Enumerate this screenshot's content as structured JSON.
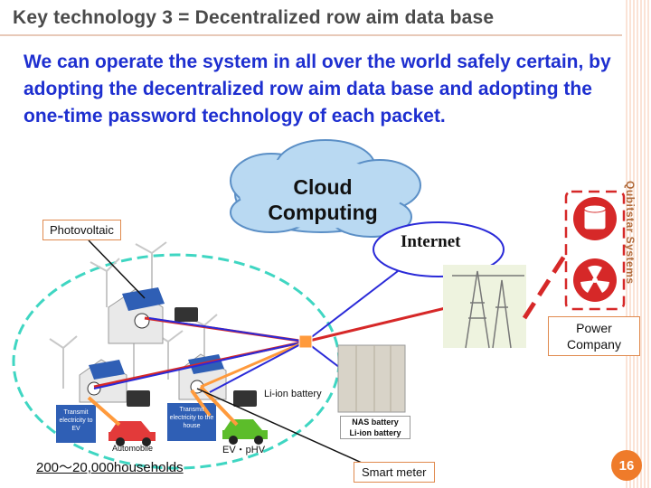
{
  "slide": {
    "title": "Key technology 3 = Decentralized row aim data base",
    "subtitle": "We can operate the system in all over the world safely certain, by adopting the decentralized row aim data base and adopting the one-time password technology of each packet.",
    "side_label": "Qubitstar Systems",
    "page_number": "16"
  },
  "diagram": {
    "cloud_text": "Cloud Computing",
    "internet": "Internet",
    "photovoltaic": "Photovoltaic",
    "power_company": "Power Company",
    "li_ion_battery": "Li-ion battery",
    "nas_label": "NAS battery\nLi-ion battery",
    "smart_meter": "Smart meter",
    "transmit_ev": "Transmit electricity to EV",
    "transmit_house": "Transmit electricity to the house",
    "automobile": "Automobile",
    "ev_phv": "EV・pHV",
    "households": "200〜20,000households"
  },
  "colors": {
    "title": "#4a4a4a",
    "subtitle": "#1e2fd0",
    "accent": "#ef7b2a",
    "power_red": "#d62828",
    "dashed_teal": "#3fd6c2"
  }
}
